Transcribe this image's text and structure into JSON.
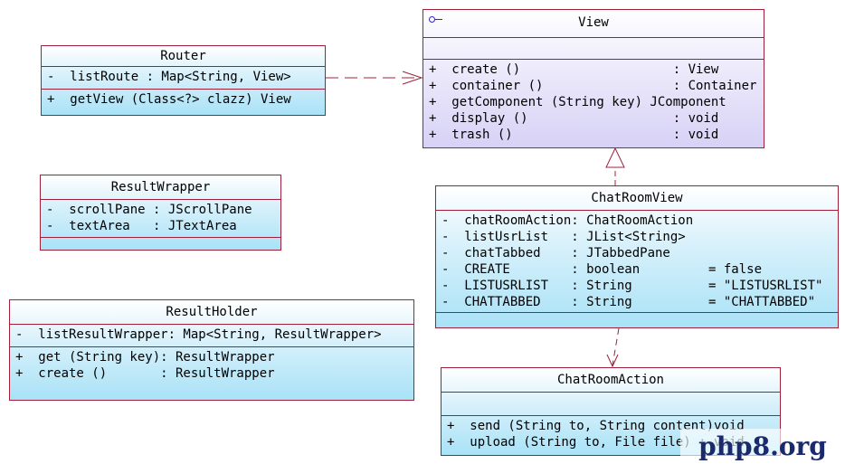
{
  "classes": {
    "router": {
      "name": "Router",
      "attributes": [
        "-  listRoute : Map<String, View>"
      ],
      "operations": [
        "+  getView (Class<?> clazz) View"
      ]
    },
    "view": {
      "name": "View",
      "attributes": [],
      "operations": [
        "+  create ()                    : View",
        "+  container ()                 : Container",
        "+  getComponent (String key) JComponent",
        "+  display ()                   : void",
        "+  trash ()                     : void"
      ]
    },
    "result_wrapper": {
      "name": "ResultWrapper",
      "attributes": [
        "-  scrollPane : JScrollPane",
        "-  textArea   : JTextArea"
      ],
      "operations": []
    },
    "chat_room_view": {
      "name": "ChatRoomView",
      "attributes": [
        "-  chatRoomAction: ChatRoomAction",
        "-  listUsrList   : JList<String>",
        "-  chatTabbed    : JTabbedPane",
        "-  CREATE        : boolean         = false",
        "-  LISTUSRLIST   : String          = \"LISTUSRLIST\"",
        "-  CHATTABBED    : String          = \"CHATTABBED\""
      ],
      "operations": []
    },
    "result_holder": {
      "name": "ResultHolder",
      "attributes": [
        "-  listResultWrapper: Map<String, ResultWrapper>"
      ],
      "operations": [
        "+  get (String key): ResultWrapper",
        "+  create ()       : ResultWrapper"
      ]
    },
    "chat_room_action": {
      "name": "ChatRoomAction",
      "attributes": [],
      "operations": [
        "+  send (String to, String content)void",
        "+  upload (String to, File file) : void"
      ]
    }
  },
  "relations": [
    {
      "from": "Router",
      "to": "View",
      "kind": "dependency"
    },
    {
      "from": "ChatRoomView",
      "to": "View",
      "kind": "realization"
    },
    {
      "from": "ChatRoomView",
      "to": "ChatRoomAction",
      "kind": "dependency"
    }
  ],
  "watermark": "php8.org",
  "colors": {
    "border": "#a0203a",
    "class_fill": "#a9e2f7",
    "interface_fill": "#d7d2f6",
    "interface_icon": "#2a2ab8"
  }
}
